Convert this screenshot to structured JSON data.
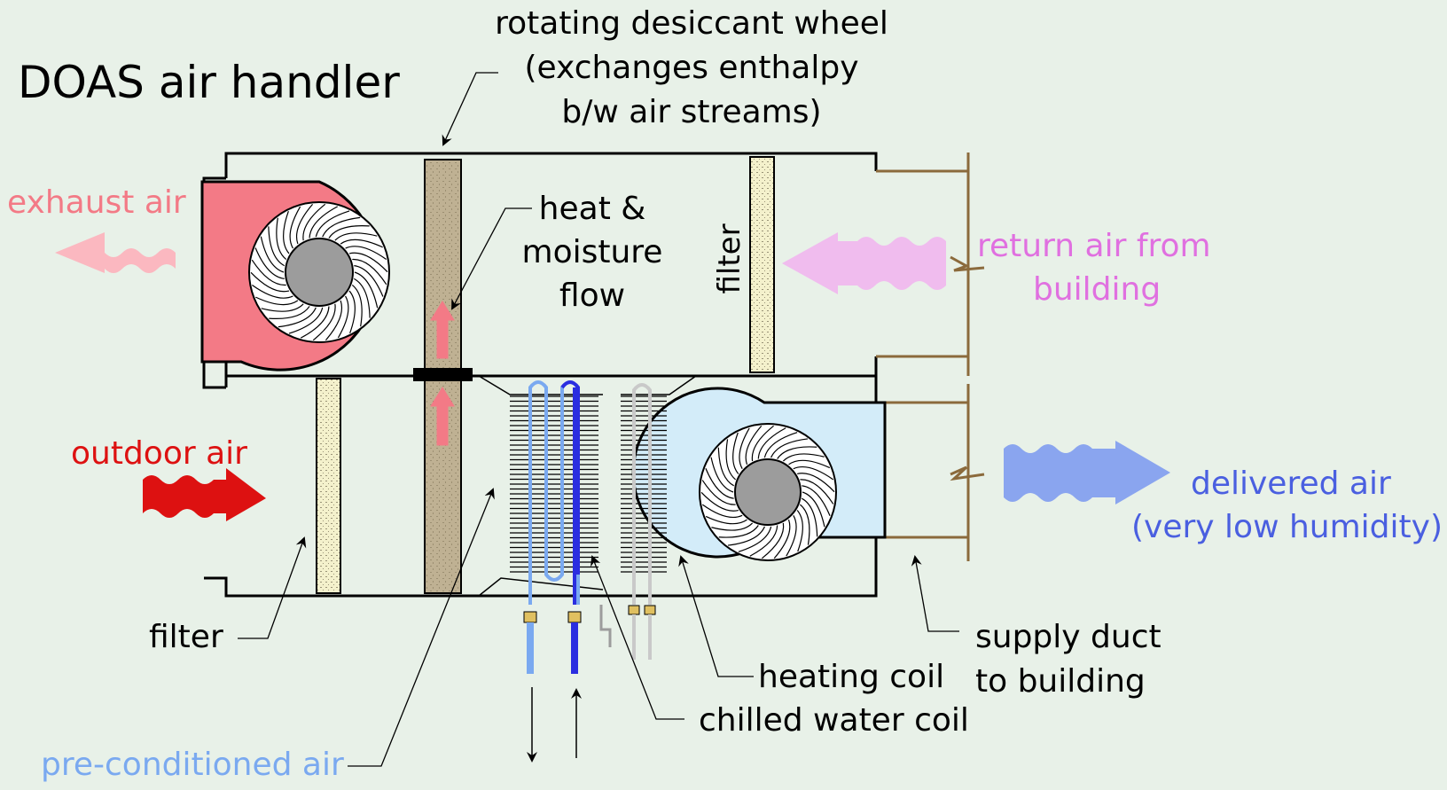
{
  "title": "DOAS air handler",
  "wheel_label": [
    "rotating desiccant wheel",
    "(exchanges enthalpy",
    "b/w air streams)"
  ],
  "flow_label": [
    "heat &",
    "moisture",
    "flow"
  ],
  "filter_vertical": "filter",
  "exhaust_label": "exhaust air",
  "return_label": [
    "return air from",
    "building"
  ],
  "outdoor_label": "outdoor air",
  "delivered_label": [
    "delivered air",
    "(very low humidity)"
  ],
  "filter_label": "filter",
  "supply_label": [
    "supply duct",
    "to building"
  ],
  "heating_label": "heating coil",
  "chilled_label": "chilled water coil",
  "preconditioned_label": "pre-conditioned air",
  "colors": {
    "background": "#e8f1e8",
    "exhaust": "#f37a86",
    "return": "#f0bcee",
    "outdoor": "#dd1111",
    "delivered": "#8aa5ef",
    "duct": "#8b6a3c",
    "wheel": "#bfb193",
    "filter": "#f4f1cc",
    "supply_fan": "#d3ecf9",
    "chilled_light": "#7aa9f0",
    "chilled_dark": "#2b2ee0"
  }
}
